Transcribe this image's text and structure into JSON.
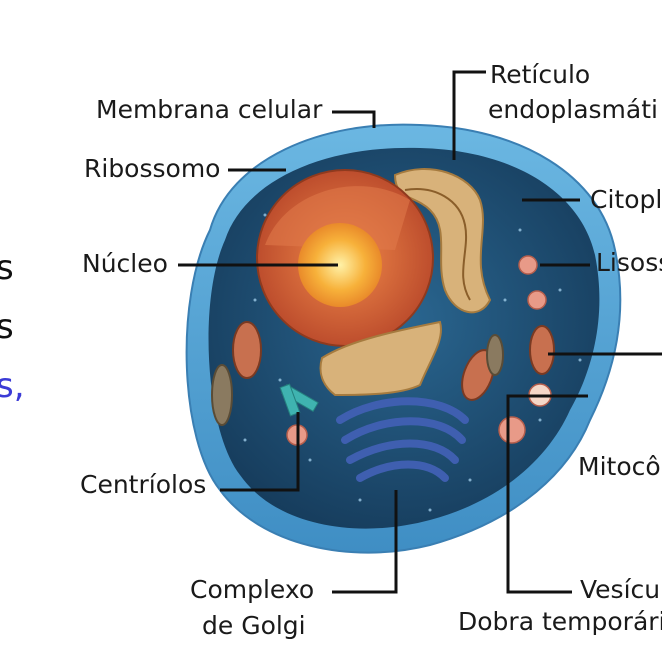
{
  "labels": {
    "membrana": "Membrana celular",
    "ribossomo": "Ribossomo",
    "nucleo": "Núcleo",
    "centriolos": "Centríolos",
    "complexo_l1": "Complexo",
    "complexo_l2": "de Golgi",
    "reticulo_l1": "Retículo",
    "reticulo_l2": "endoplasmáti",
    "citoplasma": "Citopl",
    "lisossomo": "Lisoss",
    "mitocondria": "Mitocô",
    "vesicula": "Vesícul",
    "dobra": "Dobra temporári"
  },
  "edge_text": {
    "line1": "s",
    "line2": "s",
    "line3": "s,"
  },
  "colors": {
    "membrane": "#5aa6d6",
    "cytoplasm": "#1f4e72",
    "nucleus": "#d9633b",
    "nucleolus": "#f7b13a",
    "golgi": "#3f5fb0",
    "reticulum": "#d8b27a",
    "mitochondria": "#c8704f",
    "lysosome": "#e89a88",
    "centriole": "#3fb3b0",
    "accent_text": "#3b3bd6"
  }
}
